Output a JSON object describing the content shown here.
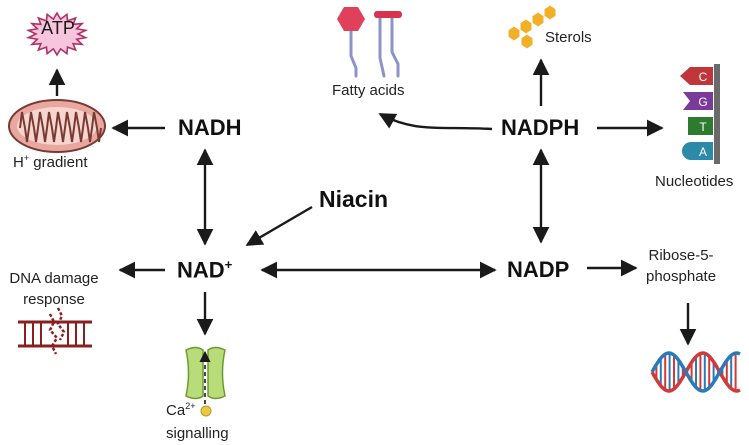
{
  "nodes": {
    "nadh": "NADH",
    "nad_base": "NAD",
    "nad_sup": "+",
    "nadph": "NADPH",
    "nadp": "NADP",
    "niacin": "Niacin"
  },
  "labels": {
    "atp": "ATP",
    "h_base": "H",
    "h_sup": "+",
    "h_gradient": " gradient",
    "fatty_acids": "Fatty acids",
    "sterols": "Sterols",
    "nucleotides": "Nucleotides",
    "dna_damage_line1": "DNA damage",
    "dna_damage_line2": "response",
    "ca_base": "Ca",
    "ca_sup": "2+",
    "signalling": "signalling",
    "ribose_line1": "Ribose-5-",
    "ribose_line2": "phosphate"
  },
  "nucleotide_tags": [
    "C",
    "G",
    "T",
    "A"
  ],
  "colors": {
    "arrow": "#1a1a1a",
    "atp_fill": "#f7c6dc",
    "atp_stroke": "#b0306a",
    "mito_fill": "#e8a8a0",
    "mito_stroke": "#7a3a34",
    "fatty_head_hex": "#e0405a",
    "fatty_head_bar": "#d8344e",
    "fatty_tail": "#8c93c8",
    "sterol_fill": "#f2b028",
    "tag_c": "#c0363a",
    "tag_g": "#7a3a9a",
    "tag_t": "#2e7a2e",
    "tag_a": "#2a8aa8",
    "tag_pole": "#6a6a6a",
    "dna_damage": "#8a1f1f",
    "channel_fill": "#b9dc7a",
    "channel_stroke": "#6c9a32",
    "calcium": "#e8c848",
    "helix_red": "#d23a3a",
    "helix_blue": "#2a7ab8"
  }
}
